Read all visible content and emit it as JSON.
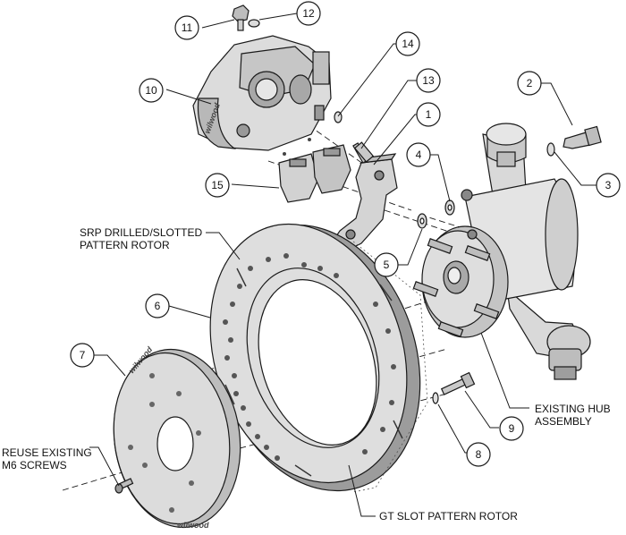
{
  "callouts": {
    "c1": "1",
    "c2": "2",
    "c3": "3",
    "c4": "4",
    "c5": "5",
    "c6": "6",
    "c7": "7",
    "c8": "8",
    "c9": "9",
    "c10": "10",
    "c11": "11",
    "c12": "12",
    "c13": "13",
    "c14": "14",
    "c15": "15"
  },
  "labels": {
    "srp_rotor_line1": "SRP DRILLED/SLOTTED",
    "srp_rotor_line2": "PATTERN ROTOR",
    "existing_hub_line1": "EXISTING HUB",
    "existing_hub_line2": "ASSEMBLY",
    "reuse_screws_line1": "REUSE EXISTING",
    "reuse_screws_line2": "M6 SCREWS",
    "gt_slot_rotor": "GT SLOT PATTERN ROTOR"
  },
  "logos": {
    "caliper_logo": "wilwood",
    "hat_logo_top": "wilwood",
    "hat_logo_bottom": "wilwood"
  },
  "colors": {
    "line": "#1a1a1a",
    "light_shade": "#d9d9d9",
    "mid_shade": "#b5b5b5",
    "dark_shade": "#8a8a8a",
    "background": "#ffffff"
  }
}
